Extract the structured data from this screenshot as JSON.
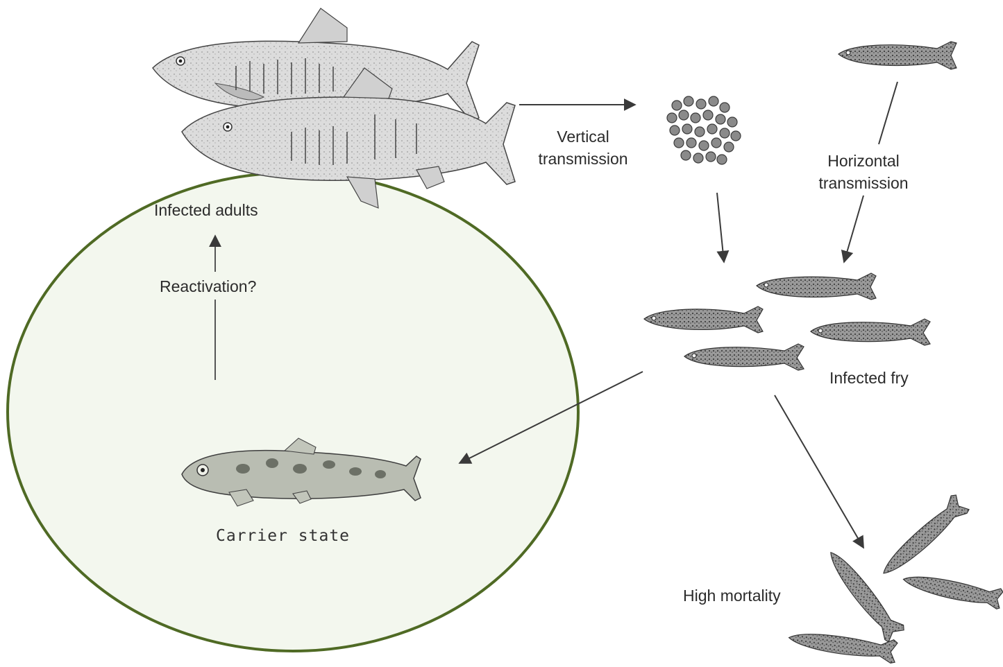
{
  "diagram": {
    "title": "",
    "labels": {
      "vertical_transmission": "Vertical\ntransmission",
      "horizontal_transmission": "Horizontal\ntransmission",
      "infected_adults": "Infected adults",
      "reactivation": "Reactivation?",
      "infected_fry": "Infected fry",
      "carrier_state": "Carrier state",
      "high_mortality": "High mortality"
    },
    "colors": {
      "carrier_region_fill": "#f3f7ee",
      "carrier_region_stroke": "#4f6a24",
      "arrow": "#3a3a3a",
      "fish_body": "#cfcfcf",
      "fry_body": "#7a7a7a",
      "egg": "#8a8a8a"
    }
  }
}
